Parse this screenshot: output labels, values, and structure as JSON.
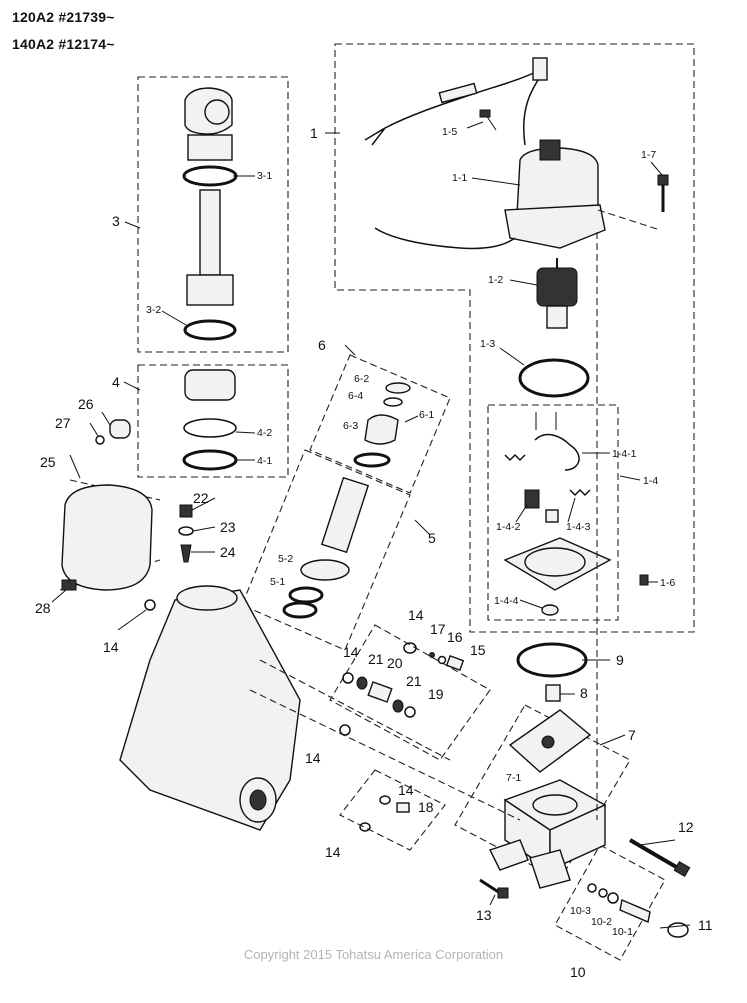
{
  "header": {
    "line1": "120A2 #21739~",
    "line2": "140A2 #12174~"
  },
  "copyright": "Copyright 2015 Tohatsu America Corporation",
  "callouts": {
    "c1": "1",
    "c1_1": "1-1",
    "c1_2": "1-2",
    "c1_3": "1-3",
    "c1_4": "1-4",
    "c1_4_1": "1-4-1",
    "c1_4_2": "1-4-2",
    "c1_4_3": "1-4-3",
    "c1_4_4": "1-4-4",
    "c1_5": "1-5",
    "c1_6": "1-6",
    "c1_7": "1-7",
    "c3": "3",
    "c3_1": "3-1",
    "c3_2": "3-2",
    "c4": "4",
    "c4_1": "4-1",
    "c4_2": "4-2",
    "c5": "5",
    "c5_1": "5-1",
    "c5_2": "5-2",
    "c6": "6",
    "c6_1": "6-1",
    "c6_2": "6-2",
    "c6_3": "6-3",
    "c6_4": "6-4",
    "c7": "7",
    "c7_1": "7-1",
    "c8": "8",
    "c9": "9",
    "c10": "10",
    "c10_1": "10-1",
    "c10_2": "10-2",
    "c10_3": "10-3",
    "c11": "11",
    "c12": "12",
    "c13": "13",
    "c14a": "14",
    "c14b": "14",
    "c14c": "14",
    "c14d": "14",
    "c14e": "14",
    "c14f": "14",
    "c15": "15",
    "c16": "16",
    "c17": "17",
    "c18": "18",
    "c19": "19",
    "c20": "20",
    "c21a": "21",
    "c21b": "21",
    "c22": "22",
    "c23": "23",
    "c24": "24",
    "c25": "25",
    "c26": "26",
    "c27": "27",
    "c28": "28"
  }
}
